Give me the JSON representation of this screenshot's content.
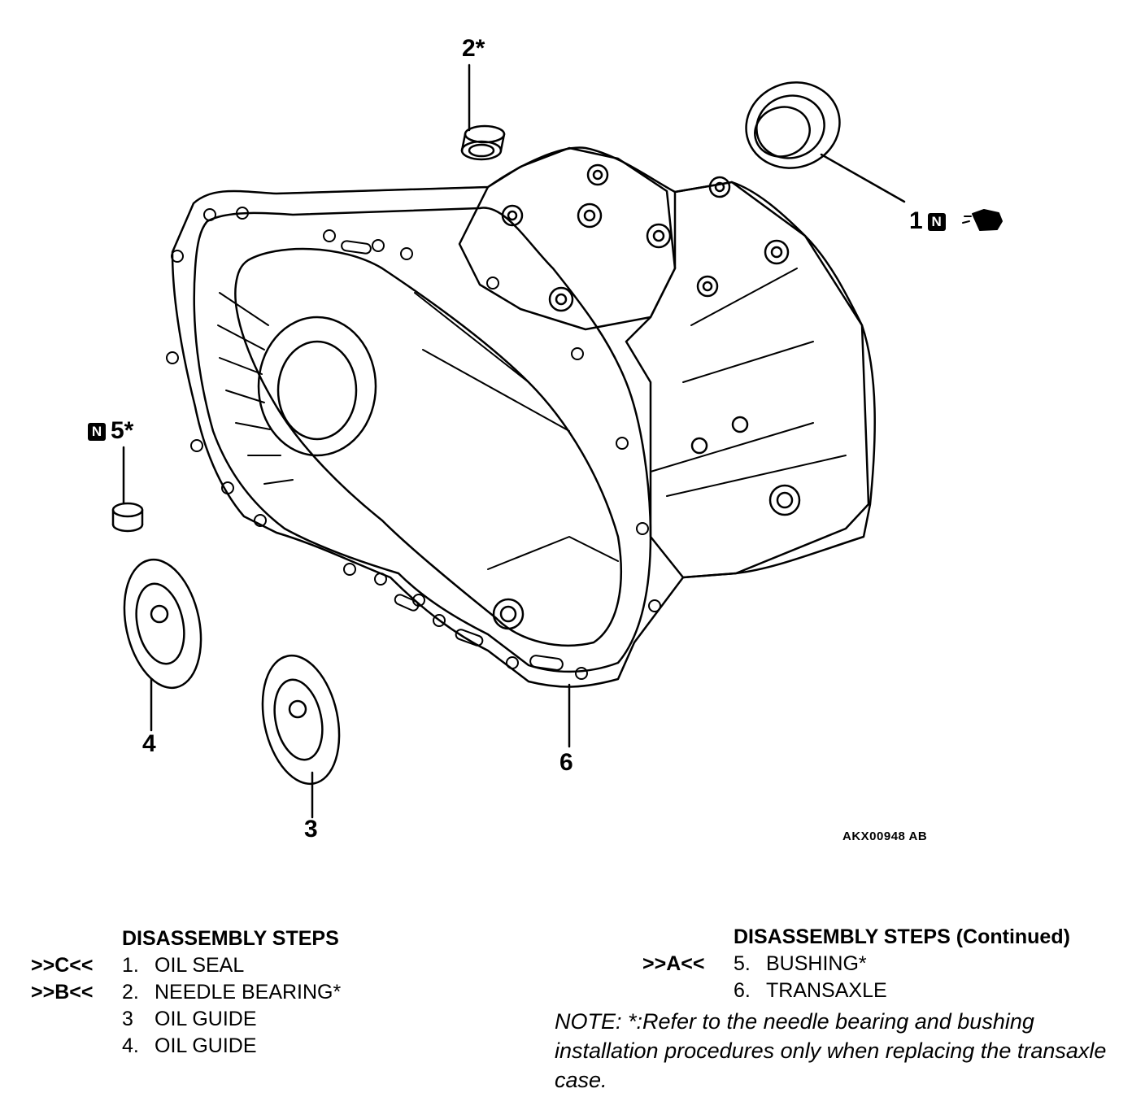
{
  "callouts": {
    "c1": "1",
    "c2": "2*",
    "c3": "3",
    "c4": "4",
    "c5": "5*",
    "c6": "6",
    "n_mark": "N"
  },
  "figure_code": "AKX00948 AB",
  "steps_left": {
    "header": "DISASSEMBLY STEPS",
    "items": [
      {
        "mark": ">>C<<",
        "num": "1.",
        "label": "OIL SEAL"
      },
      {
        "mark": ">>B<<",
        "num": "2.",
        "label": "NEEDLE BEARING*"
      },
      {
        "mark": "",
        "num": "3",
        "label": "OIL GUIDE"
      },
      {
        "mark": "",
        "num": "4.",
        "label": "OIL GUIDE"
      }
    ]
  },
  "steps_right": {
    "header": "DISASSEMBLY STEPS (Continued)",
    "items": [
      {
        "mark": ">>A<<",
        "num": "5.",
        "label": "BUSHING*"
      },
      {
        "mark": "",
        "num": "6.",
        "label": "TRANSAXLE"
      }
    ]
  },
  "note": "NOTE: *:Refer to the needle bearing and bushing installation procedures only when replacing the transaxle case."
}
